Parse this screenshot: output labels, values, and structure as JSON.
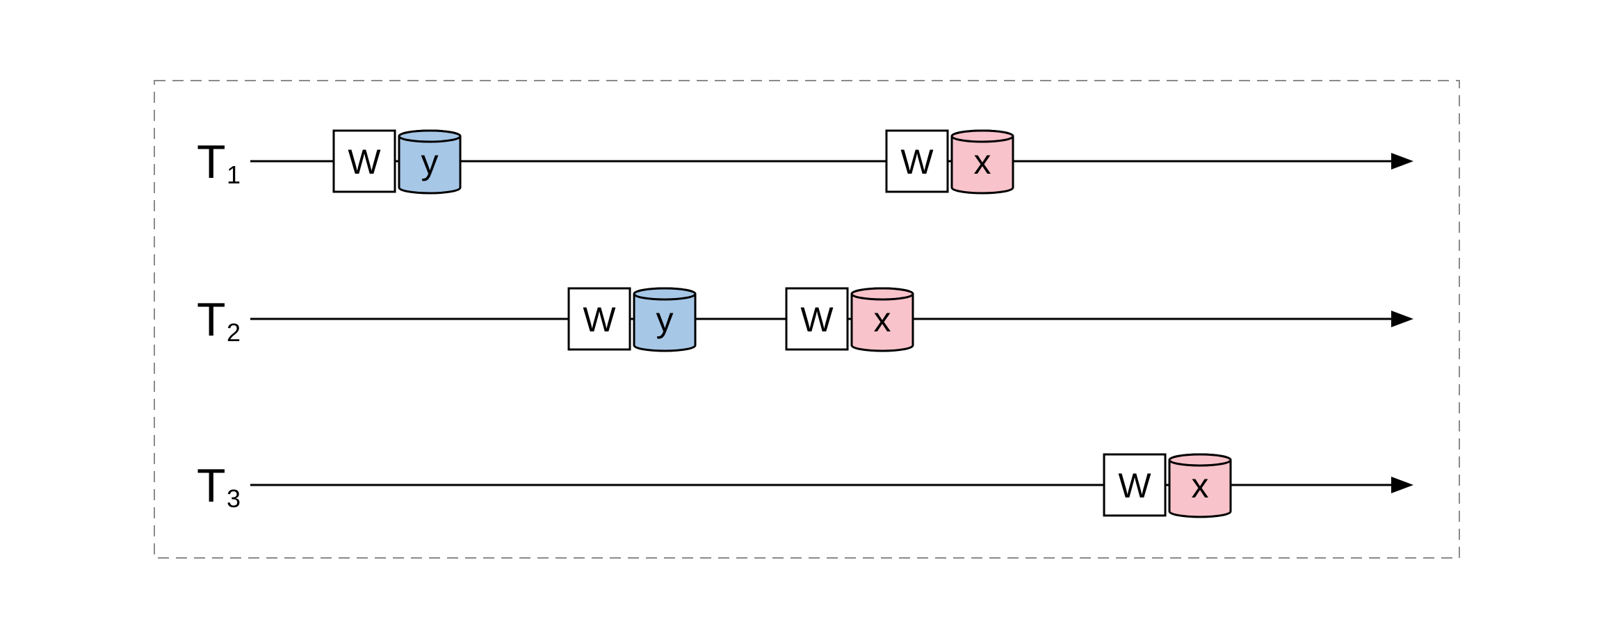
{
  "diagram": {
    "title": "",
    "colors": {
      "line": "#000000",
      "frame": "#8a8a8a",
      "op_fill": "#ffffff",
      "var_y": "#A7C7E7",
      "var_x": "#F8C3CA"
    },
    "threads": [
      {
        "name": "T",
        "index": "1",
        "events": [
          {
            "op": "W",
            "var": "y",
            "time": 0.1
          },
          {
            "op": "W",
            "var": "x",
            "time": 0.57
          }
        ]
      },
      {
        "name": "T",
        "index": "2",
        "events": [
          {
            "op": "W",
            "var": "y",
            "time": 0.3
          },
          {
            "op": "W",
            "var": "x",
            "time": 0.485
          }
        ]
      },
      {
        "name": "T",
        "index": "3",
        "events": [
          {
            "op": "W",
            "var": "x",
            "time": 0.755
          }
        ]
      }
    ]
  }
}
